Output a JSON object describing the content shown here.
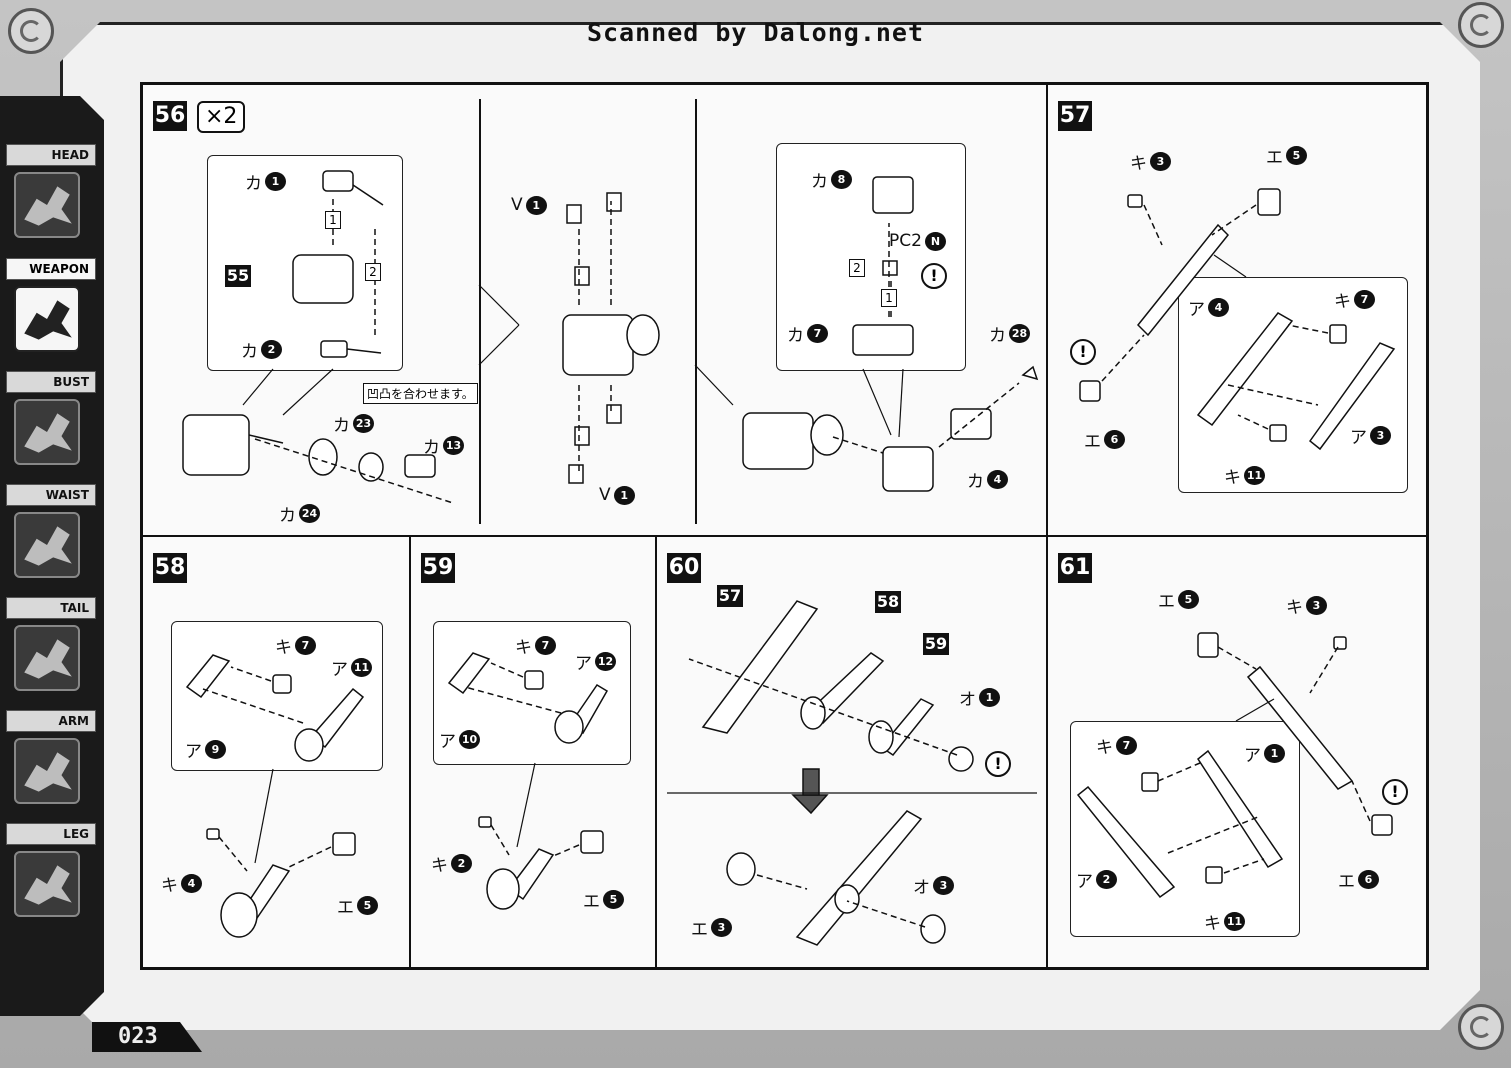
{
  "header": {
    "scan_credit": "Scanned by Dalong.net"
  },
  "page_number": "023",
  "sidebar": {
    "items": [
      {
        "label": "HEAD",
        "active": false,
        "icon": "dragon-head-icon"
      },
      {
        "label": "WEAPON",
        "active": true,
        "icon": "claw-weapon-icon"
      },
      {
        "label": "BUST",
        "active": false,
        "icon": "bust-icon"
      },
      {
        "label": "WAIST",
        "active": false,
        "icon": "waist-icon"
      },
      {
        "label": "TAIL",
        "active": false,
        "icon": "tail-icon"
      },
      {
        "label": "ARM",
        "active": false,
        "icon": "arm-icon"
      },
      {
        "label": "LEG",
        "active": false,
        "icon": "leg-icon"
      }
    ]
  },
  "steps": {
    "s56": {
      "number": "56",
      "multiplier": "×2",
      "parts": [
        {
          "prefix": "カ",
          "n": "1"
        },
        {
          "prefix": "カ",
          "n": "2"
        },
        {
          "prefix": "カ",
          "n": "23"
        },
        {
          "prefix": "カ",
          "n": "13"
        },
        {
          "prefix": "カ",
          "n": "24"
        },
        {
          "prefix": "V",
          "n": "1"
        },
        {
          "prefix": "V",
          "n": "1"
        },
        {
          "prefix": "カ",
          "n": "8"
        },
        {
          "prefix": "PC2",
          "n": "N"
        },
        {
          "prefix": "カ",
          "n": "7"
        },
        {
          "prefix": "カ",
          "n": "28"
        },
        {
          "prefix": "カ",
          "n": "4"
        }
      ],
      "ref_step": "55",
      "orders": [
        "1",
        "2",
        "2",
        "1"
      ],
      "note": "凹凸を合わせます。",
      "warning": "!"
    },
    "s57": {
      "number": "57",
      "parts": [
        {
          "prefix": "キ",
          "n": "3"
        },
        {
          "prefix": "エ",
          "n": "5"
        },
        {
          "prefix": "ア",
          "n": "4"
        },
        {
          "prefix": "キ",
          "n": "7"
        },
        {
          "prefix": "エ",
          "n": "6"
        },
        {
          "prefix": "ア",
          "n": "3"
        },
        {
          "prefix": "キ",
          "n": "11"
        }
      ],
      "warning": "!"
    },
    "s58": {
      "number": "58",
      "parts": [
        {
          "prefix": "キ",
          "n": "7"
        },
        {
          "prefix": "ア",
          "n": "11"
        },
        {
          "prefix": "ア",
          "n": "9"
        },
        {
          "prefix": "キ",
          "n": "4"
        },
        {
          "prefix": "エ",
          "n": "5"
        }
      ]
    },
    "s59": {
      "number": "59",
      "parts": [
        {
          "prefix": "キ",
          "n": "7"
        },
        {
          "prefix": "ア",
          "n": "12"
        },
        {
          "prefix": "ア",
          "n": "10"
        },
        {
          "prefix": "キ",
          "n": "2"
        },
        {
          "prefix": "エ",
          "n": "5"
        }
      ]
    },
    "s60": {
      "number": "60",
      "refs": [
        "57",
        "58",
        "59"
      ],
      "parts": [
        {
          "prefix": "オ",
          "n": "1"
        },
        {
          "prefix": "エ",
          "n": "3"
        },
        {
          "prefix": "オ",
          "n": "3"
        }
      ],
      "warning": "!"
    },
    "s61": {
      "number": "61",
      "parts": [
        {
          "prefix": "エ",
          "n": "5"
        },
        {
          "prefix": "キ",
          "n": "3"
        },
        {
          "prefix": "キ",
          "n": "7"
        },
        {
          "prefix": "ア",
          "n": "1"
        },
        {
          "prefix": "ア",
          "n": "2"
        },
        {
          "prefix": "エ",
          "n": "6"
        },
        {
          "prefix": "キ",
          "n": "11"
        }
      ],
      "warning": "!"
    }
  }
}
